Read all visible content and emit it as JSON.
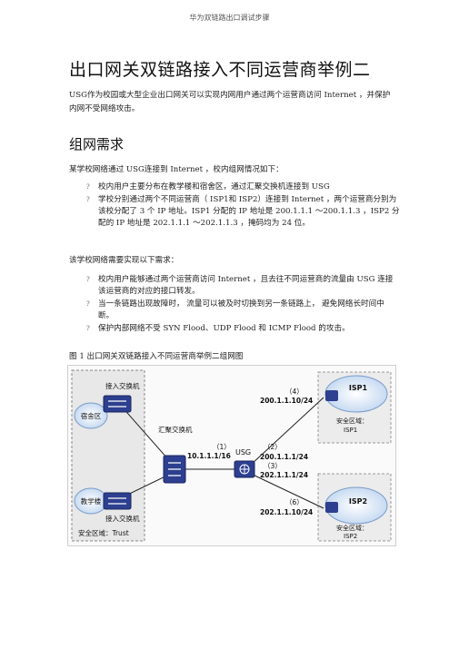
{
  "header": {
    "text": "华为双链路出口调试步骤"
  },
  "title": "出口网关双链路接入不同运营商举例二",
  "intro": "USG作为校园或大型企业出口网关可以实现内网用户通过两个运营商访问 Internet ，并保护内网不受网络攻击。",
  "section_heading": "组网需求",
  "para1": "某学校网络通过 USG连接到 Internet ，校内组网情况如下：",
  "bullets1": [
    "校内用户主要分布在教学楼和宿舍区，通过汇聚交换机连接到 USG",
    "学校分别通过两个不同运营商（ ISP1和 ISP2）连接到 Internet ，两个运营商分别为该校分配了 3 个 IP 地址。ISP1 分配的 IP 地址是 200.1.1.1 ～200.1.1.3 ，ISP2 分配的 IP 地址是 202.1.1.1 ～202.1.1.3 ，掩码均为 24 位。"
  ],
  "para2": "该学校网络需要实现以下需求：",
  "bullets2": [
    "校内用户能够通过两个运营商访问 Internet ，且去往不同运营商的流量由 USG 连接该运营商的对应的接口转发。",
    "当一条链路出现故障时， 流量可以被及时切换到另一条链路上， 避免网络长时间中断。",
    "保护内部网络不受 SYN Flood、UDP Flood 和 ICMP Flood 的攻击。"
  ],
  "bullet_mark": "?",
  "figure_caption": "图 1 出口网关双链路接入不同运营商举例二组网图",
  "diagram": {
    "access_switch_top": "接入交换机",
    "access_switch_bottom": "接入交换机",
    "dorm": "宿舍区",
    "teaching": "教学楼",
    "trust_zone": "安全区域：Trust",
    "aggregation_switch": "汇聚交换机",
    "usg": "USG",
    "label_1": "（1）",
    "ip_1": "10.1.1.1/16",
    "label_2": "（2）",
    "ip_2": "200.1.1.1/24",
    "label_3": "（3）",
    "ip_3": "202.1.1.1/24",
    "label_4": "（4）",
    "ip_4": "200.1.1.10/24",
    "label_6": "（6）",
    "ip_6": "202.1.1.10/24",
    "isp1": "ISP1",
    "isp1_zone_a": "安全区域：",
    "isp1_zone_b": "ISP1",
    "isp2": "ISP2",
    "isp2_zone_a": "安全区域：",
    "isp2_zone_b": "ISP2"
  },
  "colors": {
    "cloud": "#cfe0f5",
    "switch": "#2d3f8f",
    "zone": "#e9e9e9"
  }
}
